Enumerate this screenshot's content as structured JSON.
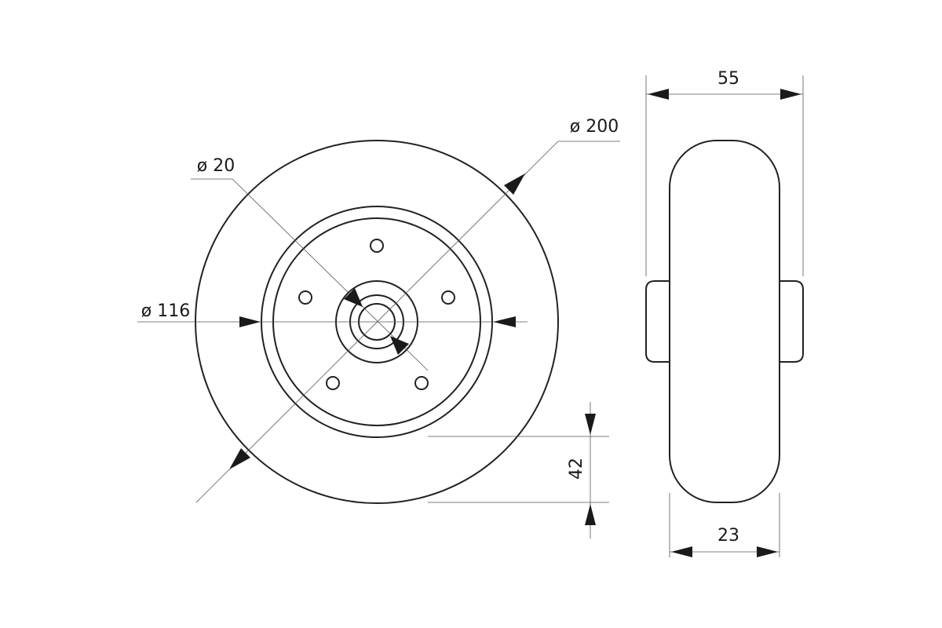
{
  "front_view": {
    "labels": {
      "wheel_diameter": "ø 200",
      "bore_diameter": "ø 20",
      "hub_diameter": "ø 116",
      "dimension_42": "42"
    }
  },
  "side_view": {
    "labels": {
      "hub_width": "55",
      "tire_width": "23"
    }
  }
}
